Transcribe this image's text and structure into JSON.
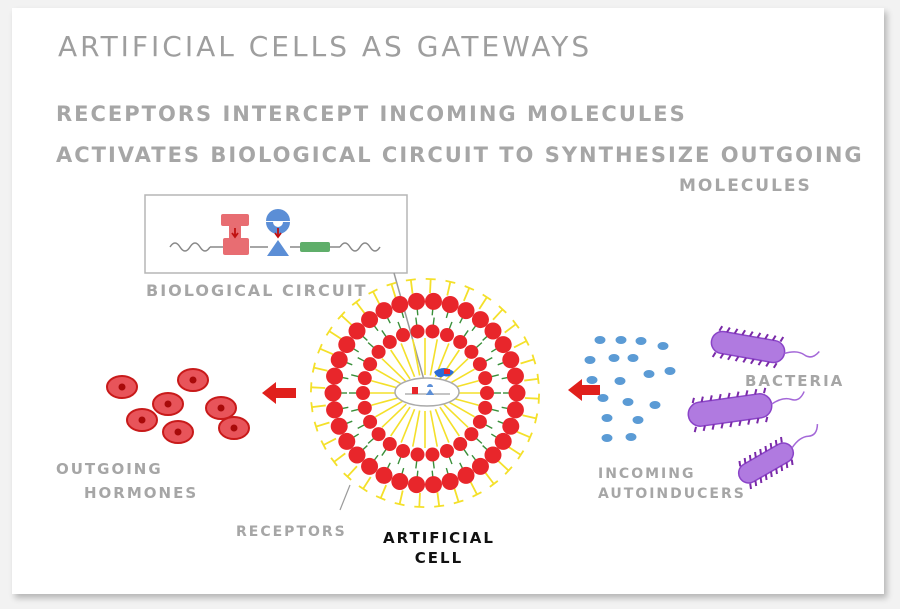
{
  "title": "ARTIFICIAL CELLS AS GATEWAYS",
  "bullets": [
    "RECEPTORS INTERCEPT INCOMING MOLECULES",
    "ACTIVATES BIOLOGICAL CIRCUIT TO SYNTHESIZE OUTGOING",
    "MOLECULES"
  ],
  "labels": {
    "biological_circuit": "BIOLOGICAL CIRCUIT",
    "outgoing_line1": "OUTGOING",
    "outgoing_line2": "HORMONES",
    "receptors": "RECEPTORS",
    "artificial_cell_line1": "ARTIFICIAL",
    "artificial_cell_line2": "CELL",
    "incoming_line1": "INCOMING",
    "incoming_line2": "AUTOINDUCERS",
    "bacteria": "BACTERIA"
  },
  "colors": {
    "membrane_heads": "#e8262b",
    "membrane_tails": "#f4e02a",
    "membrane_inner": "#3a8f3a",
    "arrow": "#e0201c",
    "hormone_cell": "#e8262b",
    "autoinducer": "#5b9bd5",
    "bacteria": "#a468d8",
    "label_text": "#a6a6a6"
  }
}
